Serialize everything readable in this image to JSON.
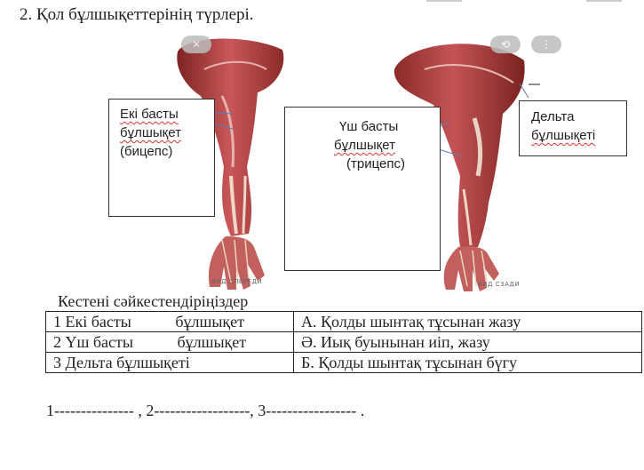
{
  "task": {
    "heading": "2.  Қол бұлшықеттерінің түрлері."
  },
  "labels": {
    "biceps": {
      "line1": "Екі  басты",
      "line2": "бұлшықет",
      "line3": "(бицепс)"
    },
    "triceps": {
      "line1": "Үш басты",
      "line2": "бұлшықет",
      "line3": "(трицепс)"
    },
    "deltoid": {
      "line1": "Дельта",
      "line2": "бұлшықеті"
    }
  },
  "captions": {
    "front": "ВИД СПЕРЕДИ",
    "back": "ВИД СЗАДИ"
  },
  "matching": {
    "title": "Кестені сәйкестендіріңіздер",
    "rows": [
      {
        "left": "1 Екі басты           бұлшықет",
        "right": "А.  Қолды шынтақ тұсынан жазу"
      },
      {
        "left": "2 Үш басты           бұлшықет",
        "right": "Ә.  Иық буынынан иіп, жазу"
      },
      {
        "left": "3 Дельта бұлшықеті",
        "right": "Б.  Қолды шынтақ тұсынан бүгу"
      }
    ]
  },
  "answer_line": "1--------------- , 2------------------, 3----------------- .",
  "colors": {
    "muscle_dark": "#8e2b28",
    "muscle_mid": "#b9484a",
    "muscle_light": "#d98a84",
    "tendon": "#e8d9c8"
  }
}
